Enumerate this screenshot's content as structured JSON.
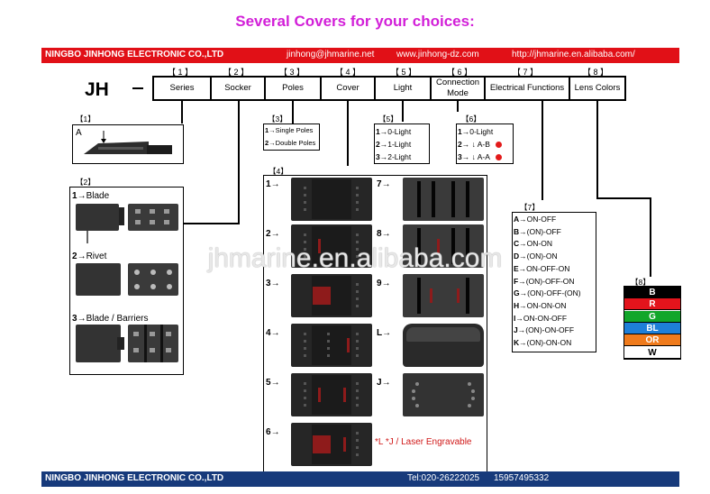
{
  "headline": "Several Covers for your choices:",
  "top_band": {
    "company": "NINGBO JINHONG ELECTRONIC CO.,LTD",
    "email": "jinhong@jhmarine.net",
    "site": "www.jinhong-dz.com",
    "shop": "http://jhmarine.en.alibaba.com/"
  },
  "bottom_band": {
    "company": "NINGBO JINHONG ELECTRONIC CO.,LTD",
    "tel": "Tel:020-26222025",
    "mobile": "15957495332"
  },
  "code": {
    "prefix": "JH",
    "fields": [
      {
        "num": "【 1 】",
        "label": "Series"
      },
      {
        "num": "【 2 】",
        "label": "Socker"
      },
      {
        "num": "【 3 】",
        "label": "Poles"
      },
      {
        "num": "【 4 】",
        "label": "Cover"
      },
      {
        "num": "【 5 】",
        "label": "Light"
      },
      {
        "num": "【 6 】",
        "label": "Connection Mode"
      },
      {
        "num": "【 7 】",
        "label": "Electrical Functions"
      },
      {
        "num": "【 8 】",
        "label": "Lens Colors"
      }
    ]
  },
  "series": {
    "num": "【1】",
    "label": "A"
  },
  "socket": {
    "num": "【2】",
    "items": [
      {
        "n": "1",
        "arrow": "→",
        "label": "Blade"
      },
      {
        "n": "2",
        "arrow": "→",
        "label": "Rivet"
      },
      {
        "n": "3",
        "arrow": "→",
        "label": "Blade / Barriers"
      }
    ]
  },
  "poles": {
    "num": "【3】",
    "items": [
      {
        "n": "1",
        "arrow": "→",
        "label": "Single Poles"
      },
      {
        "n": "2",
        "arrow": "→",
        "label": "Double Poles"
      }
    ]
  },
  "light": {
    "num": "【5】",
    "items": [
      {
        "n": "1",
        "arrow": "→",
        "label": "0-Light"
      },
      {
        "n": "2",
        "arrow": "→",
        "label": "1-Light"
      },
      {
        "n": "3",
        "arrow": "→",
        "label": "2-Light"
      }
    ]
  },
  "connection": {
    "num": "【6】",
    "items": [
      {
        "n": "1",
        "arrow": "→",
        "label": "0-Light"
      },
      {
        "n": "2",
        "arrow": "→ ↓",
        "label": "A-B"
      },
      {
        "n": "3",
        "arrow": "→ ↓",
        "label": "A-A"
      }
    ]
  },
  "cover": {
    "num": "【4】",
    "left": [
      "1",
      "2",
      "3",
      "4",
      "5",
      "6"
    ],
    "right": [
      "7",
      "8",
      "9",
      "L",
      "J"
    ],
    "arrow": "→",
    "laser_note": "*L *J / Laser Engravable"
  },
  "electrical": {
    "num": "【7】",
    "items": [
      {
        "k": "A",
        "v": "ON-OFF"
      },
      {
        "k": "B",
        "v": "(ON)-OFF"
      },
      {
        "k": "C",
        "v": "ON-ON"
      },
      {
        "k": "D",
        "v": "(ON)-ON"
      },
      {
        "k": "E",
        "v": "ON-OFF-ON"
      },
      {
        "k": "F",
        "v": "(ON)-OFF-ON"
      },
      {
        "k": "G",
        "v": "(ON)-OFF-(ON)"
      },
      {
        "k": "H",
        "v": "ON-ON-ON"
      },
      {
        "k": "I",
        "v": "ON-ON-OFF"
      },
      {
        "k": "J",
        "v": "(ON)-ON-OFF"
      },
      {
        "k": "K",
        "v": "(ON)-ON-ON"
      }
    ],
    "arrow": "→"
  },
  "lens": {
    "num": "【8】",
    "items": [
      {
        "code": "B",
        "bg": "#000000",
        "fg": "#ffffff"
      },
      {
        "code": "R",
        "bg": "#e3141c",
        "fg": "#ffffff"
      },
      {
        "code": "G",
        "bg": "#12a62a",
        "fg": "#ffffff"
      },
      {
        "code": "BL",
        "bg": "#1e7fd8",
        "fg": "#ffffff"
      },
      {
        "code": "OR",
        "bg": "#f07b1c",
        "fg": "#ffffff"
      },
      {
        "code": "W",
        "bg": "#ffffff",
        "fg": "#000000"
      }
    ]
  },
  "watermark": "jhmarine.en.alibaba.com",
  "colors": {
    "headline": "#d21fd8",
    "top_band": "#e11017",
    "bottom_band": "#173a7b",
    "note": "#d01818"
  }
}
